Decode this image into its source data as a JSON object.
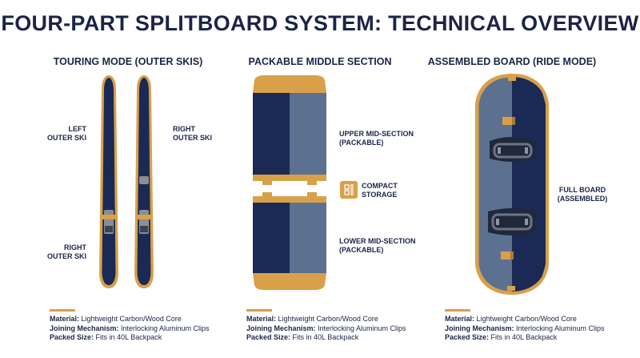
{
  "title": "FOUR-PART SPLITBOARD SYSTEM: TECHNICAL OVERVIEW",
  "colors": {
    "navy": "#1b2a55",
    "slate": "#5c7190",
    "gold": "#d9a04a",
    "text": "#1b2545"
  },
  "panels": [
    {
      "title": "TOURING MODE (OUTER SKIS)",
      "labels": {
        "left_ski": [
          "LEFT",
          "OUTER SKI"
        ],
        "right_ski_top": [
          "RIGHT",
          "OUTER SKI"
        ],
        "right_ski_bottom": [
          "RIGHT",
          "OUTER SKI"
        ]
      },
      "specs": {
        "material_label": "Material:",
        "material_value": " Lightweight Carbon/Wood Core",
        "joining_label": "Joining Mechanism:",
        "joining_value": " Interlocking Aluminum Clips",
        "packed_label": "Packed Size:",
        "packed_value": " Fits in 40L Backpack"
      }
    },
    {
      "title": "PACKABLE MIDDLE SECTION",
      "labels": {
        "upper": [
          "UPPER MID-SECTION",
          "(PACKABLE)"
        ],
        "compact": [
          "COMPACT",
          "STORAGE"
        ],
        "lower": [
          "LOWER MID-SECTION",
          "(PACKABLE)"
        ],
        "compact_icon": "backpack-icon"
      },
      "specs": {
        "material_label": "Material:",
        "material_value": " Lightweight Carbon/Wood Core",
        "joining_label": "Joining Mechanism:",
        "joining_value": " Interlocking Aluminum Clips",
        "packed_label": "Packed Size:",
        "packed_value": " Fits in 40L Backpack"
      }
    },
    {
      "title": "ASSEMBLED BOARD (RIDE MODE)",
      "labels": {
        "full": [
          "FULL BOARD",
          "(ASSEMBLED)"
        ]
      },
      "specs": {
        "material_label": "Material:",
        "material_value": " Lightweight Carbon/Wood Core",
        "joining_label": "Joining Mechanism:",
        "joining_value": " Interlocking Aluminum Clips",
        "packed_label": "Packed Size:",
        "packed_value": " Fits in 40L Backpack"
      }
    }
  ]
}
